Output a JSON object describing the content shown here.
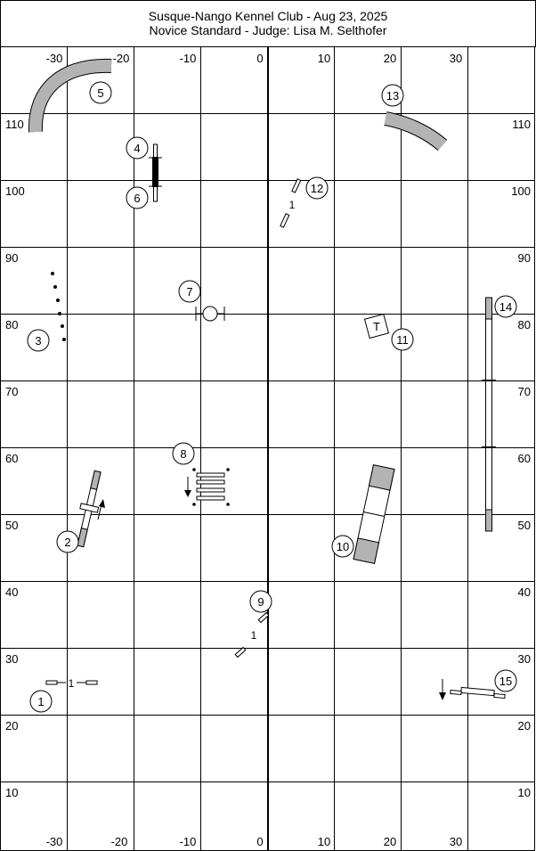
{
  "header": {
    "title": "Susque-Nango Kennel Club - Aug 23, 2025",
    "subtitle": "Novice Standard - Judge: Lisa M. Selthofer"
  },
  "axes": {
    "x_ticks": [
      "-30",
      "-20",
      "-10",
      "0",
      "10",
      "20",
      "30"
    ],
    "y_ticks": [
      "110",
      "100",
      "90",
      "80",
      "70",
      "60",
      "50",
      "40",
      "30",
      "20",
      "10"
    ]
  },
  "numbers": [
    "1",
    "2",
    "3",
    "4",
    "5",
    "6",
    "7",
    "8",
    "9",
    "10",
    "11",
    "12",
    "13",
    "14",
    "15"
  ],
  "labels": {
    "jump_1": "1",
    "jump_9": "1",
    "jump_12": "1",
    "table": "T"
  },
  "colors": {
    "tunnel": "#b3b3b3",
    "grid": "#000000",
    "center_line": "#000000"
  }
}
